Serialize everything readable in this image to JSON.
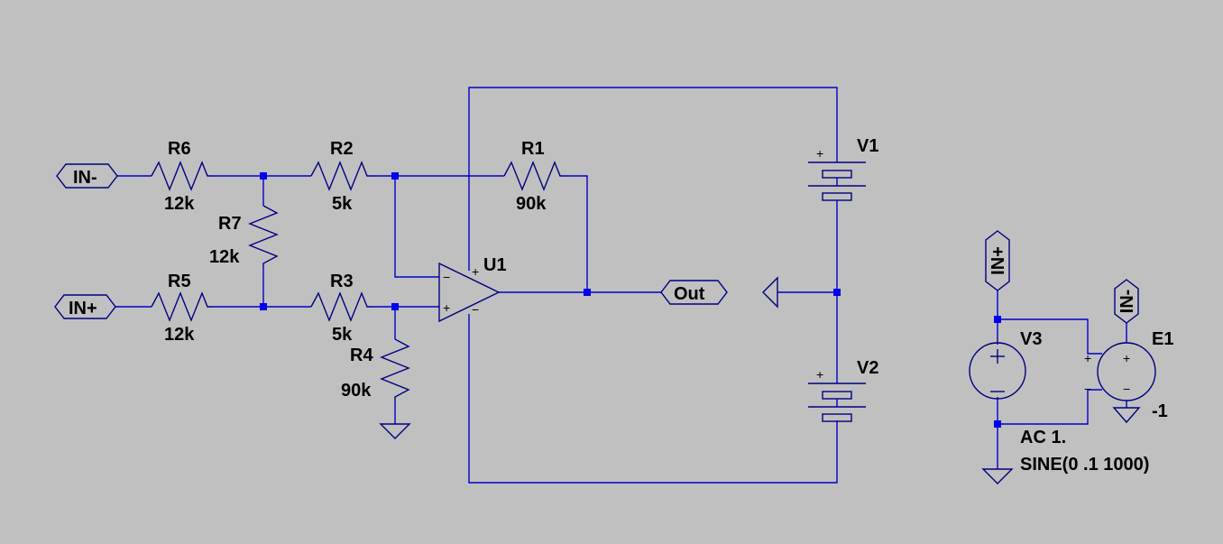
{
  "colors": {
    "background": "#c0c0c0",
    "wire": "#0000cc",
    "component": "#000080",
    "junction": "#0000ee",
    "text": "#000000"
  },
  "components": {
    "R1": {
      "name": "R1",
      "value": "90k"
    },
    "R2": {
      "name": "R2",
      "value": "5k"
    },
    "R3": {
      "name": "R3",
      "value": "5k"
    },
    "R4": {
      "name": "R4",
      "value": "90k"
    },
    "R5": {
      "name": "R5",
      "value": "12k"
    },
    "R6": {
      "name": "R6",
      "value": "12k"
    },
    "R7": {
      "name": "R7",
      "value": "12k"
    },
    "U1": {
      "name": "U1"
    },
    "V1": {
      "name": "V1"
    },
    "V2": {
      "name": "V2"
    },
    "V3": {
      "name": "V3",
      "line1": "AC 1.",
      "line2": "SINE(0 .1 1000)"
    },
    "E1": {
      "name": "E1",
      "gain": "-1"
    }
  },
  "net_labels": {
    "in_minus": "IN-",
    "in_plus": "IN+",
    "out": "Out"
  },
  "pin_marks": {
    "plus": "+",
    "minus": "−"
  }
}
